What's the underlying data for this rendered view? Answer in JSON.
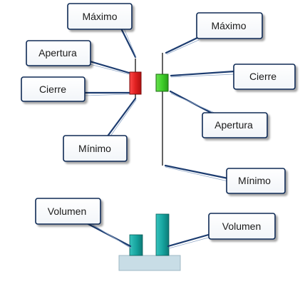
{
  "diagram": {
    "labels": {
      "bear_high": "Máximo",
      "bear_open": "Apertura",
      "bear_close": "Cierre",
      "bear_low": "Mínimo",
      "bull_high": "Máximo",
      "bull_close": "Cierre",
      "bull_open": "Apertura",
      "bull_low": "Mínimo",
      "volume_left": "Volumen",
      "volume_right": "Volumen"
    },
    "colors": {
      "bear_body": "#e02020",
      "bull_body": "#3fcf2a",
      "volume_bar": "#1aa5a0",
      "volume_base": "#c8dde6",
      "callout_border": "#0f2a55",
      "leader": "#1c3c70"
    },
    "icons": {
      "candle_bear": "red-candlestick-icon",
      "candle_bull": "green-candlestick-icon",
      "volume": "volume-bars-icon"
    }
  }
}
